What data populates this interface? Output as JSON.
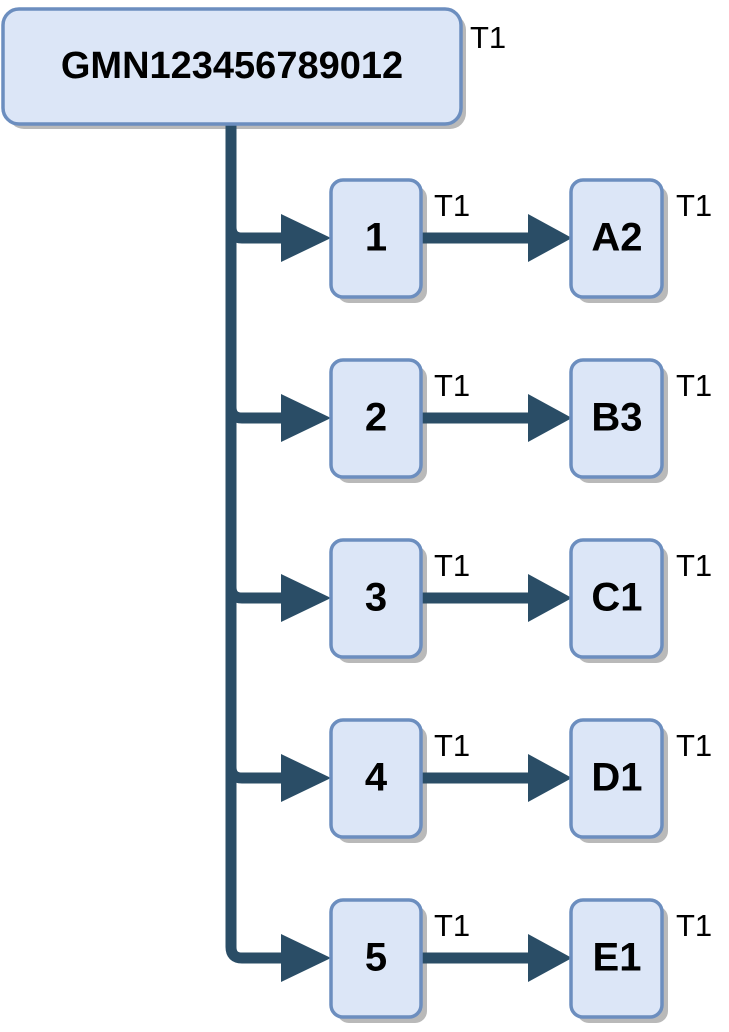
{
  "diagram": {
    "type": "tree-hierarchy",
    "orientation": "left-to-right",
    "colors": {
      "node_fill": "#dce6f7",
      "node_stroke": "#6c8ebf",
      "node_shadow": "#b9b9b9",
      "connector": "#2a4d66",
      "label_text": "#000000",
      "background": "#ffffff"
    },
    "root": {
      "id": "root",
      "label": "GMN123456789012",
      "tag": "T1"
    },
    "branches": [
      {
        "id": "branch-1",
        "level1": {
          "label": "1",
          "tag": "T1"
        },
        "level2": {
          "label": "A2",
          "tag": "T1"
        }
      },
      {
        "id": "branch-2",
        "level1": {
          "label": "2",
          "tag": "T1"
        },
        "level2": {
          "label": "B3",
          "tag": "T1"
        }
      },
      {
        "id": "branch-3",
        "level1": {
          "label": "3",
          "tag": "T1"
        },
        "level2": {
          "label": "C1",
          "tag": "T1"
        }
      },
      {
        "id": "branch-4",
        "level1": {
          "label": "4",
          "tag": "T1"
        },
        "level2": {
          "label": "D1",
          "tag": "T1"
        }
      },
      {
        "id": "branch-5",
        "level1": {
          "label": "5",
          "tag": "T1"
        },
        "level2": {
          "label": "E1",
          "tag": "T1"
        }
      }
    ]
  }
}
